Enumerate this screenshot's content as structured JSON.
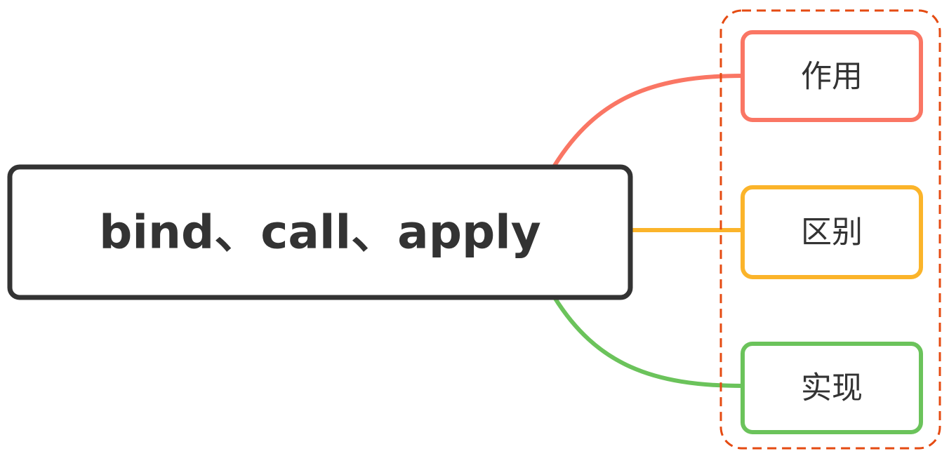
{
  "root": {
    "label": "bind、call、apply",
    "border_color": "#333333"
  },
  "branches": [
    {
      "label": "作用",
      "color": "#fa7664"
    },
    {
      "label": "区别",
      "color": "#fbb42a"
    },
    {
      "label": "实现",
      "color": "#6bc35b"
    }
  ],
  "group_frame_color": "#e54b12"
}
